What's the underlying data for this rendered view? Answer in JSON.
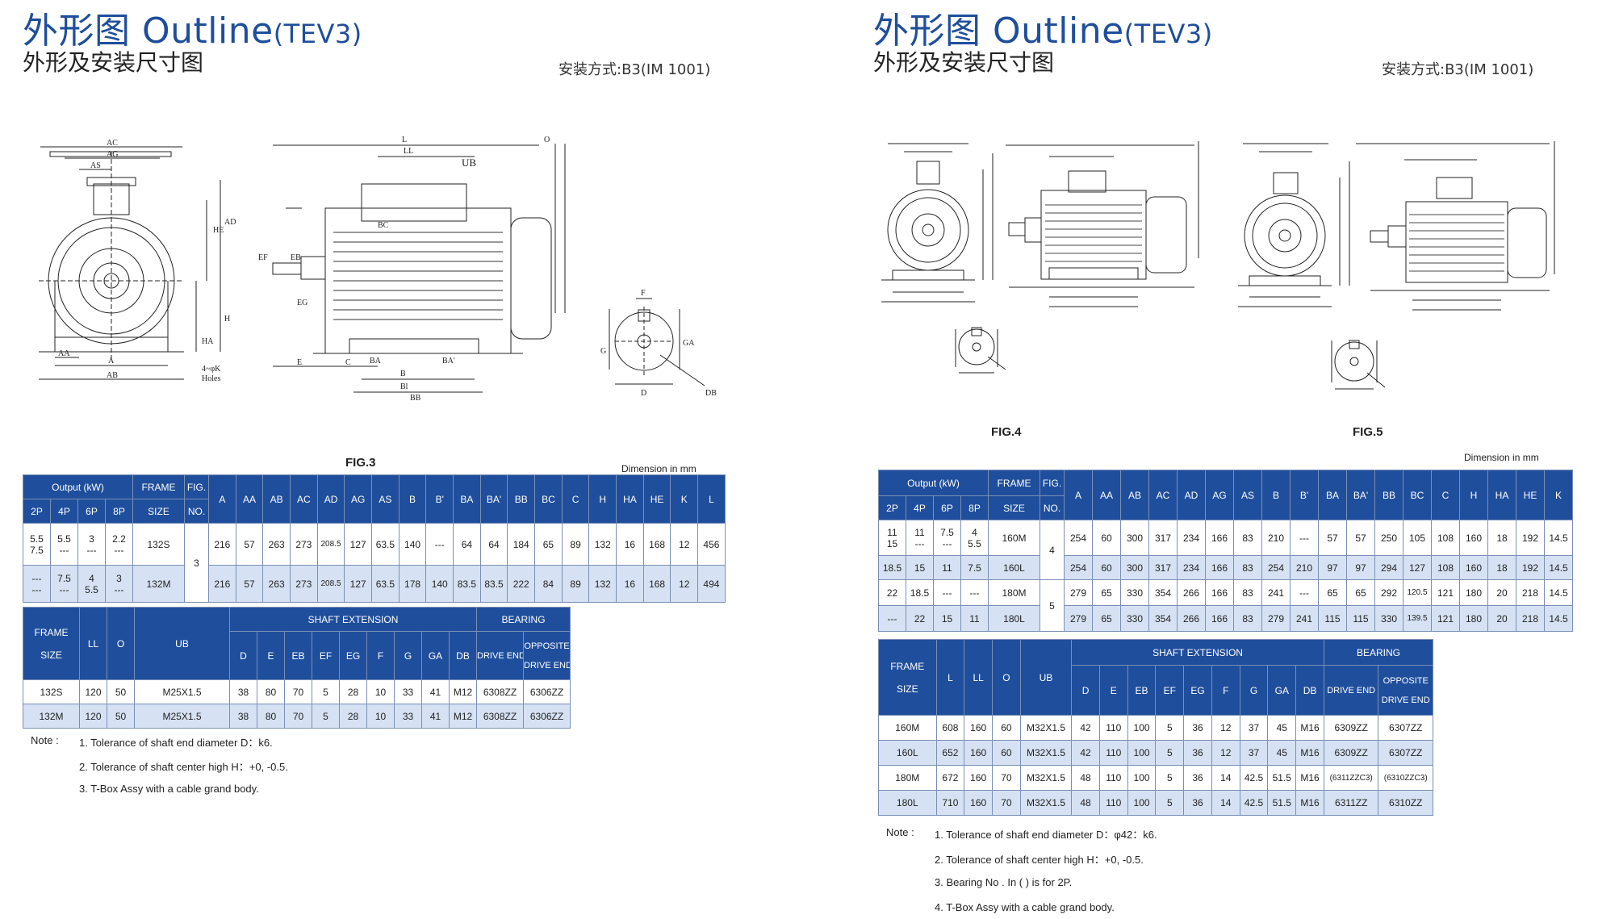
{
  "left": {
    "title_cn": "外形图",
    "title_en": "Outline",
    "title_model": "(TEV3)",
    "subtitle": "外形及安装尺寸图",
    "mounting": "安装方式:B3(IM 1001)",
    "fig_label": "FIG.3",
    "dimension_note": "Dimension  in  mm",
    "labels": {
      "ac": "AC",
      "ag": "AG",
      "as": "AS",
      "he": "HE",
      "ad": "AD",
      "ha": "HA",
      "h": "H",
      "aa": "AA",
      "a": "A",
      "ab": "AB",
      "holes": "4~φK",
      "holes2": "Holes",
      "l": "L",
      "ll": "LL",
      "o": "O",
      "ub": "UB",
      "bc": "BC",
      "ef": "EF",
      "eb": "EB",
      "eg": "EG",
      "e": "E",
      "c": "C",
      "ba": "BA",
      "ba2": "BA'",
      "b": "B",
      "b1": "Bl",
      "bb": "BB",
      "f": "F",
      "g": "G",
      "ga": "GA",
      "d": "D",
      "db": "DB"
    },
    "table1": {
      "h_output": "Output (kW)",
      "h_frame": "FRAME",
      "h_size": "SIZE",
      "h_fig": "FIG.",
      "h_no": "NO.",
      "poles": [
        "2P",
        "4P",
        "6P",
        "8P"
      ],
      "cols": [
        "A",
        "AA",
        "AB",
        "AC",
        "AD",
        "AG",
        "AS",
        "B",
        "B'",
        "BA",
        "BA'",
        "BB",
        "BC",
        "C",
        "H",
        "HA",
        "HE",
        "K",
        "L"
      ],
      "fig_no": "3",
      "rows": [
        {
          "p2a": "5.5",
          "p2b": "7.5",
          "p4a": "5.5",
          "p4b": "---",
          "p6a": "3",
          "p6b": "---",
          "p8a": "2.2",
          "p8b": "---",
          "frame": "132S",
          "vals": [
            "216",
            "57",
            "263",
            "273",
            "208.5",
            "127",
            "63.5",
            "140",
            "---",
            "64",
            "64",
            "184",
            "65",
            "89",
            "132",
            "16",
            "168",
            "12",
            "456"
          ]
        },
        {
          "p2a": "---",
          "p2b": "---",
          "p4a": "7.5",
          "p4b": "---",
          "p6a": "4",
          "p6b": "5.5",
          "p8a": "3",
          "p8b": "---",
          "frame": "132M",
          "vals": [
            "216",
            "57",
            "263",
            "273",
            "208.5",
            "127",
            "63.5",
            "178",
            "140",
            "83.5",
            "83.5",
            "222",
            "84",
            "89",
            "132",
            "16",
            "168",
            "12",
            "494"
          ]
        }
      ]
    },
    "table2": {
      "h_frame": "FRAME",
      "h_size": "SIZE",
      "h_ll": "LL",
      "h_o": "O",
      "h_ub": "UB",
      "h_shaft": "SHAFT  EXTENSION",
      "h_bearing": "BEARING",
      "shaft_cols": [
        "D",
        "E",
        "EB",
        "EF",
        "EG",
        "F",
        "G",
        "GA",
        "DB"
      ],
      "h_drive": "DRIVE END",
      "h_opp1": "OPPOSITE",
      "h_opp2": "DRIVE  END",
      "rows": [
        {
          "frame": "132S",
          "ll": "120",
          "o": "50",
          "ub": "M25X1.5",
          "vals": [
            "38",
            "80",
            "70",
            "5",
            "28",
            "10",
            "33",
            "41",
            "M12"
          ],
          "de": "6308ZZ",
          "ode": "6306ZZ"
        },
        {
          "frame": "132M",
          "ll": "120",
          "o": "50",
          "ub": "M25X1.5",
          "vals": [
            "38",
            "80",
            "70",
            "5",
            "28",
            "10",
            "33",
            "41",
            "M12"
          ],
          "de": "6308ZZ",
          "ode": "6306ZZ"
        }
      ]
    },
    "notes": {
      "label": "Note :",
      "items": [
        "1. Tolerance  of  shaft  end  diameter  D：k6.",
        "2. Tolerance  of  shaft  center  high  H：+0, -0.5.",
        "3. T-Box Assy with a cable grand body."
      ]
    }
  },
  "right": {
    "title_cn": "外形图",
    "title_en": "Outline",
    "title_model": "(TEV3)",
    "subtitle": "外形及安装尺寸图",
    "mounting": "安装方式:B3(IM 1001)",
    "fig4": "FIG.4",
    "fig5": "FIG.5",
    "dimension_note": "Dimension  in  mm",
    "table1": {
      "h_output": "Output (kW)",
      "h_frame": "FRAME",
      "h_size": "SIZE",
      "h_fig": "FIG.",
      "h_no": "NO.",
      "poles": [
        "2P",
        "4P",
        "6P",
        "8P"
      ],
      "cols": [
        "A",
        "AA",
        "AB",
        "AC",
        "AD",
        "AG",
        "AS",
        "B",
        "B'",
        "BA",
        "BA'",
        "BB",
        "BC",
        "C",
        "H",
        "HA",
        "HE",
        "K"
      ],
      "fig4": "4",
      "fig5": "5",
      "rows": [
        {
          "p2a": "11",
          "p2b": "15",
          "p4a": "11",
          "p4b": "---",
          "p6a": "7.5",
          "p6b": "---",
          "p8a": "4",
          "p8b": "5.5",
          "frame": "160M",
          "vals": [
            "254",
            "60",
            "300",
            "317",
            "234",
            "166",
            "83",
            "210",
            "---",
            "57",
            "57",
            "250",
            "105",
            "108",
            "160",
            "18",
            "192",
            "14.5"
          ]
        },
        {
          "p2": "18.5",
          "p4": "15",
          "p6": "11",
          "p8": "7.5",
          "frame": "160L",
          "vals": [
            "254",
            "60",
            "300",
            "317",
            "234",
            "166",
            "83",
            "254",
            "210",
            "97",
            "97",
            "294",
            "127",
            "108",
            "160",
            "18",
            "192",
            "14.5"
          ]
        },
        {
          "p2": "22",
          "p4": "18.5",
          "p6": "---",
          "p8": "---",
          "frame": "180M",
          "vals": [
            "279",
            "65",
            "330",
            "354",
            "266",
            "166",
            "83",
            "241",
            "---",
            "65",
            "65",
            "292",
            "120.5",
            "121",
            "180",
            "20",
            "218",
            "14.5"
          ]
        },
        {
          "p2": "---",
          "p4": "22",
          "p6": "15",
          "p8": "11",
          "frame": "180L",
          "vals": [
            "279",
            "65",
            "330",
            "354",
            "266",
            "166",
            "83",
            "279",
            "241",
            "115",
            "115",
            "330",
            "139.5",
            "121",
            "180",
            "20",
            "218",
            "14.5"
          ]
        }
      ]
    },
    "table2": {
      "h_frame": "FRAME",
      "h_size": "SIZE",
      "h_l": "L",
      "h_ll": "LL",
      "h_o": "O",
      "h_ub": "UB",
      "h_shaft": "SHAFT  EXTENSION",
      "h_bearing": "BEARING",
      "shaft_cols": [
        "D",
        "E",
        "EB",
        "EF",
        "EG",
        "F",
        "G",
        "GA",
        "DB"
      ],
      "h_drive": "DRIVE END",
      "h_opp1": "OPPOSITE",
      "h_opp2": "DRIVE  END",
      "rows": [
        {
          "frame": "160M",
          "l": "608",
          "ll": "160",
          "o": "60",
          "ub": "M32X1.5",
          "vals": [
            "42",
            "110",
            "100",
            "5",
            "36",
            "12",
            "37",
            "45",
            "M16"
          ],
          "de": "6309ZZ",
          "ode": "6307ZZ"
        },
        {
          "frame": "160L",
          "l": "652",
          "ll": "160",
          "o": "60",
          "ub": "M32X1.5",
          "vals": [
            "42",
            "110",
            "100",
            "5",
            "36",
            "12",
            "37",
            "45",
            "M16"
          ],
          "de": "6309ZZ",
          "ode": "6307ZZ"
        },
        {
          "frame": "180M",
          "l": "672",
          "ll": "160",
          "o": "70",
          "ub": "M32X1.5",
          "vals": [
            "48",
            "110",
            "100",
            "5",
            "36",
            "14",
            "42.5",
            "51.5",
            "M16"
          ],
          "de": "(6311ZZC3)",
          "ode": "(6310ZZC3)"
        },
        {
          "frame": "180L",
          "l": "710",
          "ll": "160",
          "o": "70",
          "ub": "M32X1.5",
          "vals": [
            "48",
            "110",
            "100",
            "5",
            "36",
            "14",
            "42.5",
            "51.5",
            "M16"
          ],
          "de": "6311ZZ",
          "ode": "6310ZZ"
        }
      ]
    },
    "notes": {
      "label": "Note :",
      "items": [
        "1. Tolerance  of  shaft  end  diameter  D：φ42：k6.",
        "2. Tolerance  of  shaft  center  high  H：+0, -0.5.",
        "3.  Bearing    No .  In (      )  is  for  2P.",
        "4. T-Box Assy with a cable grand body."
      ]
    }
  }
}
